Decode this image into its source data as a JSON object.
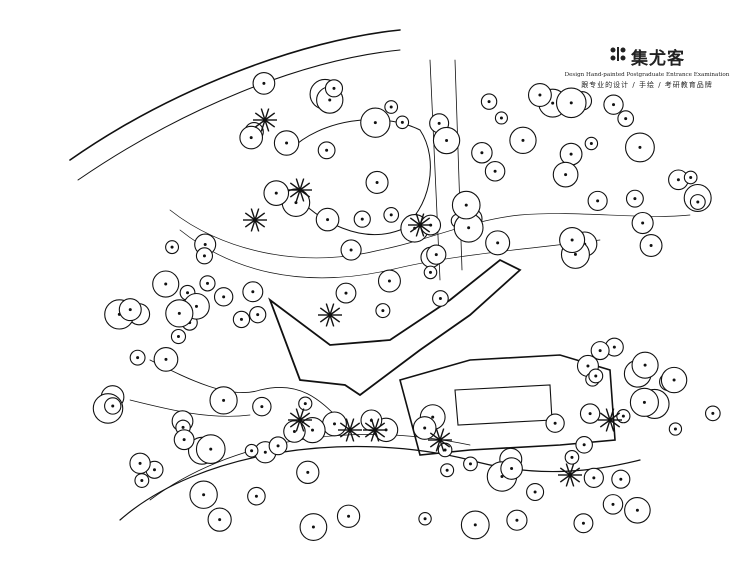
{
  "logo": {
    "brand": "集尤客",
    "tagline_en": "Design Hand-painted Postgraduate Entrance Examination",
    "tagline_cn": "跟专业的设计 / 手绘 / 考研教育品牌"
  },
  "colors": {
    "ink": "#111111",
    "paper": "#ffffff"
  }
}
